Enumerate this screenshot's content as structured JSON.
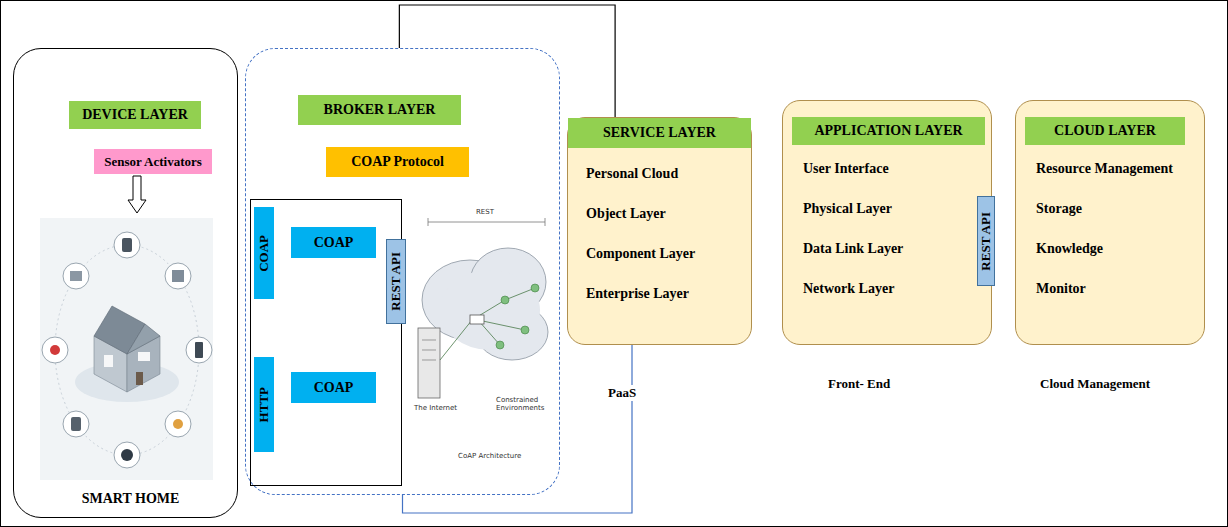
{
  "diagram": {
    "nodes": [
      {
        "text": [
          "SMART HOME"
        ]
      },
      {
        "text": [
          "DEVICE LAYER"
        ],
        "in": 0
      },
      {
        "text": [
          "Sensor Activators"
        ],
        "in": 0
      },
      {
        "text": []
      },
      {
        "text": [
          "BROKER LAYER"
        ],
        "in": 3
      },
      {
        "text": [
          "COAP Protocol"
        ],
        "in": 3
      },
      {
        "text": [],
        "in": 3
      },
      {
        "text": [
          "COAP"
        ],
        "in": 6
      },
      {
        "text": [
          "COAP"
        ],
        "in": 6
      },
      {
        "text": [
          "HTTP"
        ],
        "in": 6
      },
      {
        "text": [
          "COAP"
        ],
        "in": 6
      },
      {
        "text": [
          "REST API"
        ],
        "in": 3
      },
      {
        "text": [
          "Personal Cloud",
          "Object Layer",
          "Component Layer",
          "Enterprise Layer"
        ]
      },
      {
        "text": [
          "SERVICE LAYER"
        ],
        "in": 12
      },
      {
        "text": [
          "User Interface",
          "Physical Layer",
          "Data Link Layer",
          "Network Layer"
        ]
      },
      {
        "text": [
          "APPLICATION LAYER"
        ],
        "in": 14
      },
      {
        "text": [
          "REST API"
        ],
        "in": 14
      },
      {
        "text": [
          "Resource Management",
          "Storage",
          "Knowledge",
          "Monitor"
        ]
      },
      {
        "text": [
          "CLOUD LAYER"
        ],
        "in": 17
      }
    ],
    "edges": [
      {
        "from": 3,
        "to": 12,
        "arrow": "none"
      },
      {
        "from": 12,
        "to": 3,
        "arrow": "none"
      }
    ],
    "labels": [
      "PaaS",
      "Front- End",
      "Cloud Management",
      "REST",
      "The Internet",
      "CoAP Architecture",
      "Constrained Environments"
    ]
  }
}
